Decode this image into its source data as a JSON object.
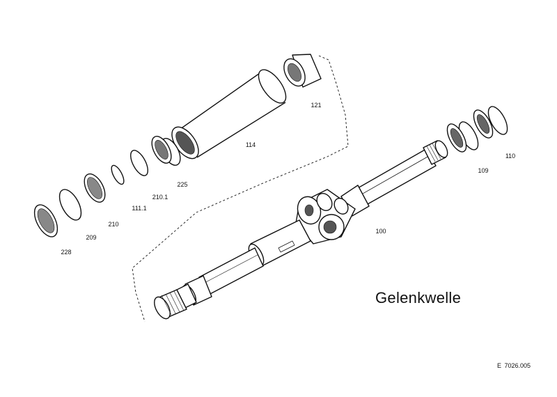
{
  "diagram": {
    "title": "Gelenkwelle",
    "document_id": "E  7026.005",
    "part_labels": {
      "p121": "121",
      "p114": "114",
      "p225": "225",
      "p210_1": "210.1",
      "p111_1": "111.1",
      "p210": "210",
      "p209": "209",
      "p228": "228",
      "p109": "109",
      "p110": "110",
      "p100": "100"
    }
  }
}
